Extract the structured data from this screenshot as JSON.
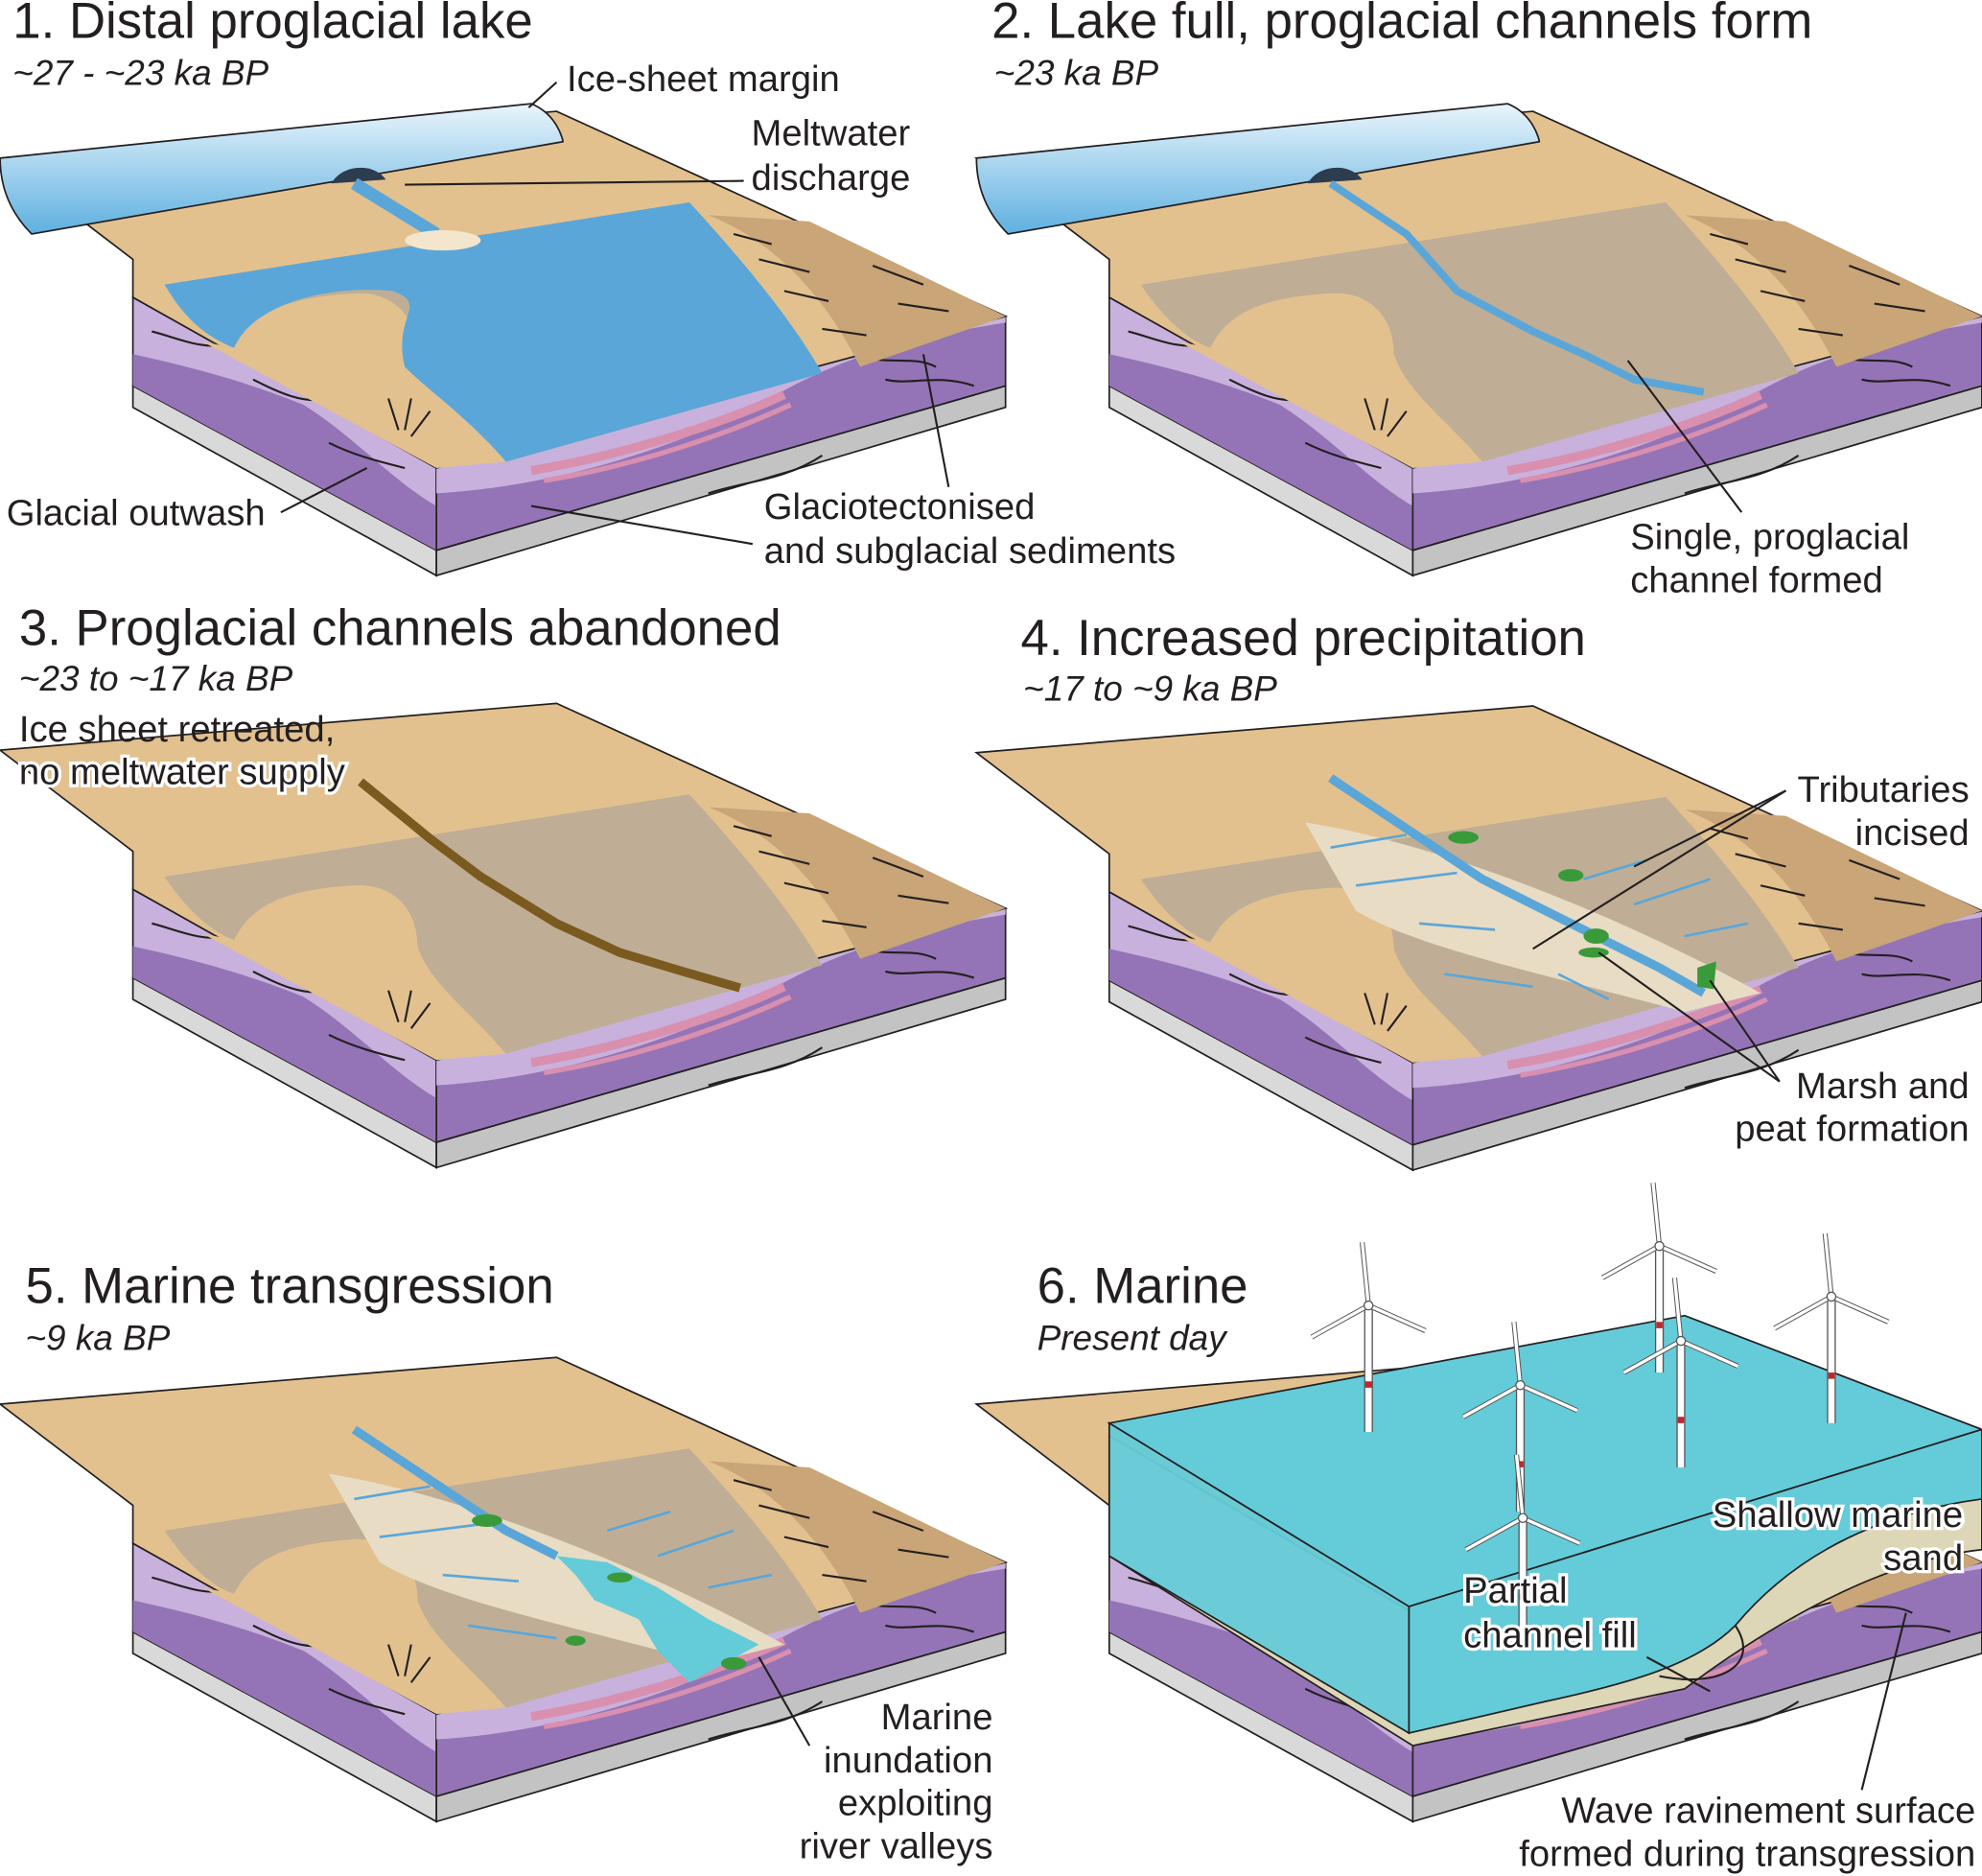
{
  "panels": [
    {
      "title": "1. Distal proglacial lake",
      "subtitle": "~27 - ~23 ka BP",
      "labels": {
        "ice_margin": "Ice-sheet margin",
        "meltwater_1": "Meltwater",
        "meltwater_2": "discharge",
        "outwash": "Glacial outwash",
        "glaciotect_1": "Glaciotectonised",
        "glaciotect_2": "and subglacial sediments"
      }
    },
    {
      "title": "2. Lake full, proglacial channels form",
      "subtitle": "~23 ka BP",
      "labels": {
        "single_1": "Single, proglacial",
        "single_2": "channel formed"
      }
    },
    {
      "title": "3. Proglacial channels abandoned",
      "subtitle": "~23 to ~17 ka BP",
      "labels": {
        "retreat_1": "Ice sheet retreated,",
        "retreat_2": "no meltwater supply"
      }
    },
    {
      "title": "4. Increased precipitation",
      "subtitle": "~17 to ~9 ka BP",
      "labels": {
        "trib_1": "Tributaries",
        "trib_2": "incised",
        "marsh_1": "Marsh and",
        "marsh_2": "peat formation"
      }
    },
    {
      "title": "5. Marine transgression",
      "subtitle": "~9 ka BP",
      "labels": {
        "inund_1": "Marine",
        "inund_2": "inundation",
        "inund_3": "exploiting",
        "inund_4": "river valleys"
      }
    },
    {
      "title": "6. Marine",
      "subtitle": "Present day",
      "labels": {
        "sand_1": "Shallow marine",
        "sand_2": "sand",
        "fill_1": "Partial",
        "fill_2": "channel fill",
        "wave_1": "Wave ravinement surface",
        "wave_2": "formed during transgression"
      }
    }
  ],
  "colors": {
    "sand": "#e2c18f",
    "valley": "#bfae95",
    "lake": "#5aa6d9",
    "sea": "#64cbd9",
    "purple_light": "#c8b1dc",
    "purple_dark": "#9474b6",
    "grey": "#d4d4d4",
    "peat": "#3a9a3a",
    "channel_brown": "#7a5a1e"
  }
}
